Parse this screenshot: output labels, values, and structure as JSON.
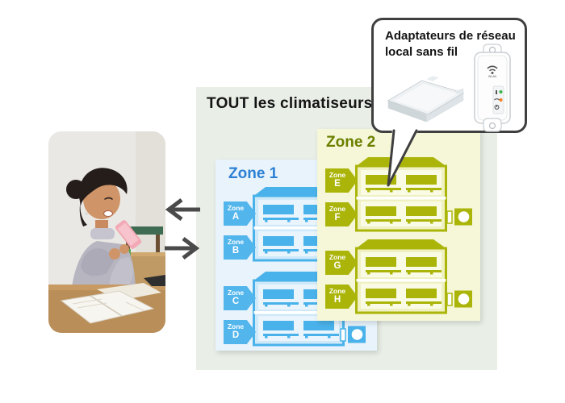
{
  "main": {
    "title": "TOUT les climatiseurs",
    "zone1": {
      "label": "Zone 1",
      "tags": [
        {
          "word": "Zone",
          "letter": "A"
        },
        {
          "word": "Zone",
          "letter": "B"
        },
        {
          "word": "Zone",
          "letter": "C"
        },
        {
          "word": "Zone",
          "letter": "D"
        }
      ]
    },
    "zone2": {
      "label": "Zone 2",
      "tags": [
        {
          "word": "Zone",
          "letter": "E"
        },
        {
          "word": "Zone",
          "letter": "F"
        },
        {
          "word": "Zone",
          "letter": "G"
        },
        {
          "word": "Zone",
          "letter": "H"
        }
      ]
    }
  },
  "callout": {
    "line1": "Adaptateurs de réseau",
    "line2": "local sans fil"
  },
  "colors": {
    "outer_bg": "#e9efe7",
    "zone1_panel": "#e8f3fc",
    "zone1_accent": "#49b2ea",
    "zone1_title": "#2b80d4",
    "zone2_panel": "#f5f7d8",
    "zone2_accent": "#abb509",
    "zone2_title": "#6d7f00",
    "arrow": "#4a4a4a",
    "callout_border": "#3f3f3f",
    "phone_pink": "#f2a9b5"
  }
}
